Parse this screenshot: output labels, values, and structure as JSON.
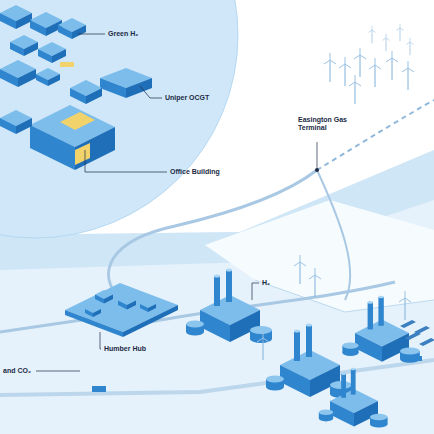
{
  "diagram": {
    "labels": [
      "Green H₂",
      "Uniper OCGT",
      "Office Building",
      "Easington Gas Terminal",
      "H₂",
      "Humber Hub",
      "and CO₂"
    ]
  }
}
